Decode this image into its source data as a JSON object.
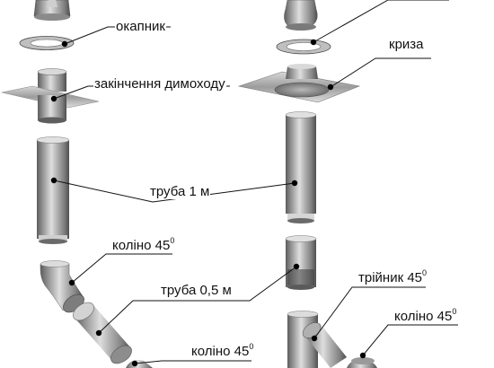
{
  "labels": {
    "okapnyk": "окапник",
    "zakinchennia": "закінчення димоходу",
    "kryza": "криза",
    "truba_1m": "труба 1 м",
    "truba_05m": "труба 0,5 м",
    "kolino_1": "коліно 45",
    "kolino_2": "коліно 45",
    "kolino_3": "коліно 45",
    "triinyk": "трійник 45",
    "degree_mark": "0"
  },
  "colors": {
    "steel_dark": "#6b6b6b",
    "steel_mid": "#a9a9a9",
    "steel_light": "#e4e4e4",
    "leader": "#111111",
    "dot": "#000000"
  }
}
